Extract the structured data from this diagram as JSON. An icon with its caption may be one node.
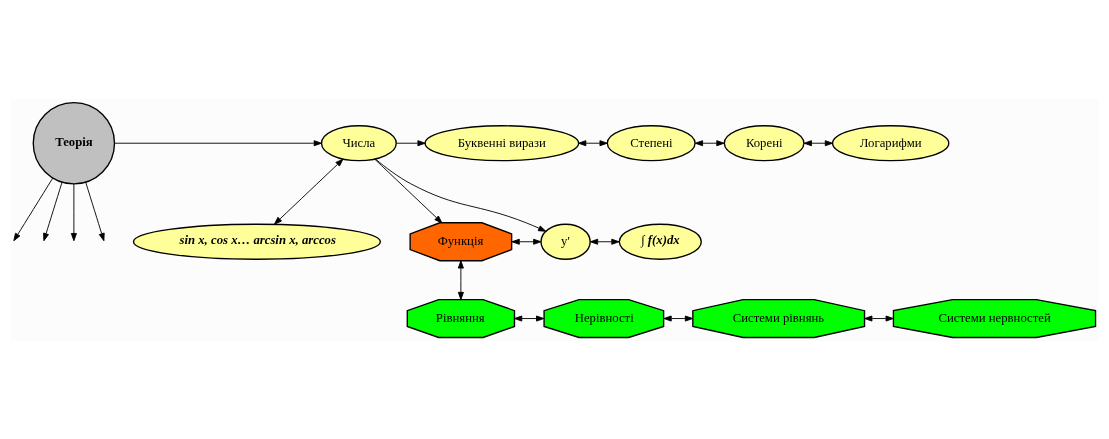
{
  "diagram": {
    "nodes": [
      {
        "text": [
          "Теорія"
        ]
      },
      {
        "text": [
          "Числа"
        ]
      },
      {
        "text": [
          "Буквенні вирази"
        ]
      },
      {
        "text": [
          "Степені"
        ]
      },
      {
        "text": [
          "Корені"
        ]
      },
      {
        "text": [
          "Логарифми"
        ]
      },
      {
        "text": [
          "sin x, cos x… arcsin x, arccos"
        ]
      },
      {
        "text": [
          "Функція"
        ]
      },
      {
        "text": [
          "y'"
        ]
      },
      {
        "text": [
          "∫ f(x)dx"
        ]
      },
      {
        "text": [
          "Рівняння"
        ]
      },
      {
        "text": [
          "Нерівності"
        ]
      },
      {
        "text": [
          "Системи рівнянь"
        ]
      },
      {
        "text": [
          "Системи нервностей"
        ]
      }
    ],
    "edges": [
      {
        "from": 0,
        "to": null,
        "arrow": "to"
      },
      {
        "from": 0,
        "to": 1,
        "arrow": "to"
      },
      {
        "from": 0,
        "to": null,
        "arrow": "to"
      },
      {
        "from": 0,
        "to": null,
        "arrow": "to"
      },
      {
        "from": 0,
        "to": null,
        "arrow": "to"
      },
      {
        "from": 1,
        "to": 2,
        "arrow": "to"
      },
      {
        "from": 2,
        "to": 3,
        "arrow": "both"
      },
      {
        "from": 3,
        "to": 4,
        "arrow": "both"
      },
      {
        "from": 4,
        "to": 5,
        "arrow": "both"
      },
      {
        "from": 1,
        "to": 6,
        "arrow": "both"
      },
      {
        "from": 1,
        "to": 7,
        "arrow": "to"
      },
      {
        "from": 1,
        "to": 8,
        "arrow": "to"
      },
      {
        "from": 7,
        "to": 8,
        "arrow": "both"
      },
      {
        "from": 8,
        "to": 9,
        "arrow": "both"
      },
      {
        "from": 7,
        "to": 10,
        "arrow": "both"
      },
      {
        "from": 10,
        "to": 11,
        "arrow": "both"
      },
      {
        "from": 11,
        "to": 12,
        "arrow": "both"
      },
      {
        "from": 12,
        "to": 13,
        "arrow": "both"
      }
    ]
  }
}
